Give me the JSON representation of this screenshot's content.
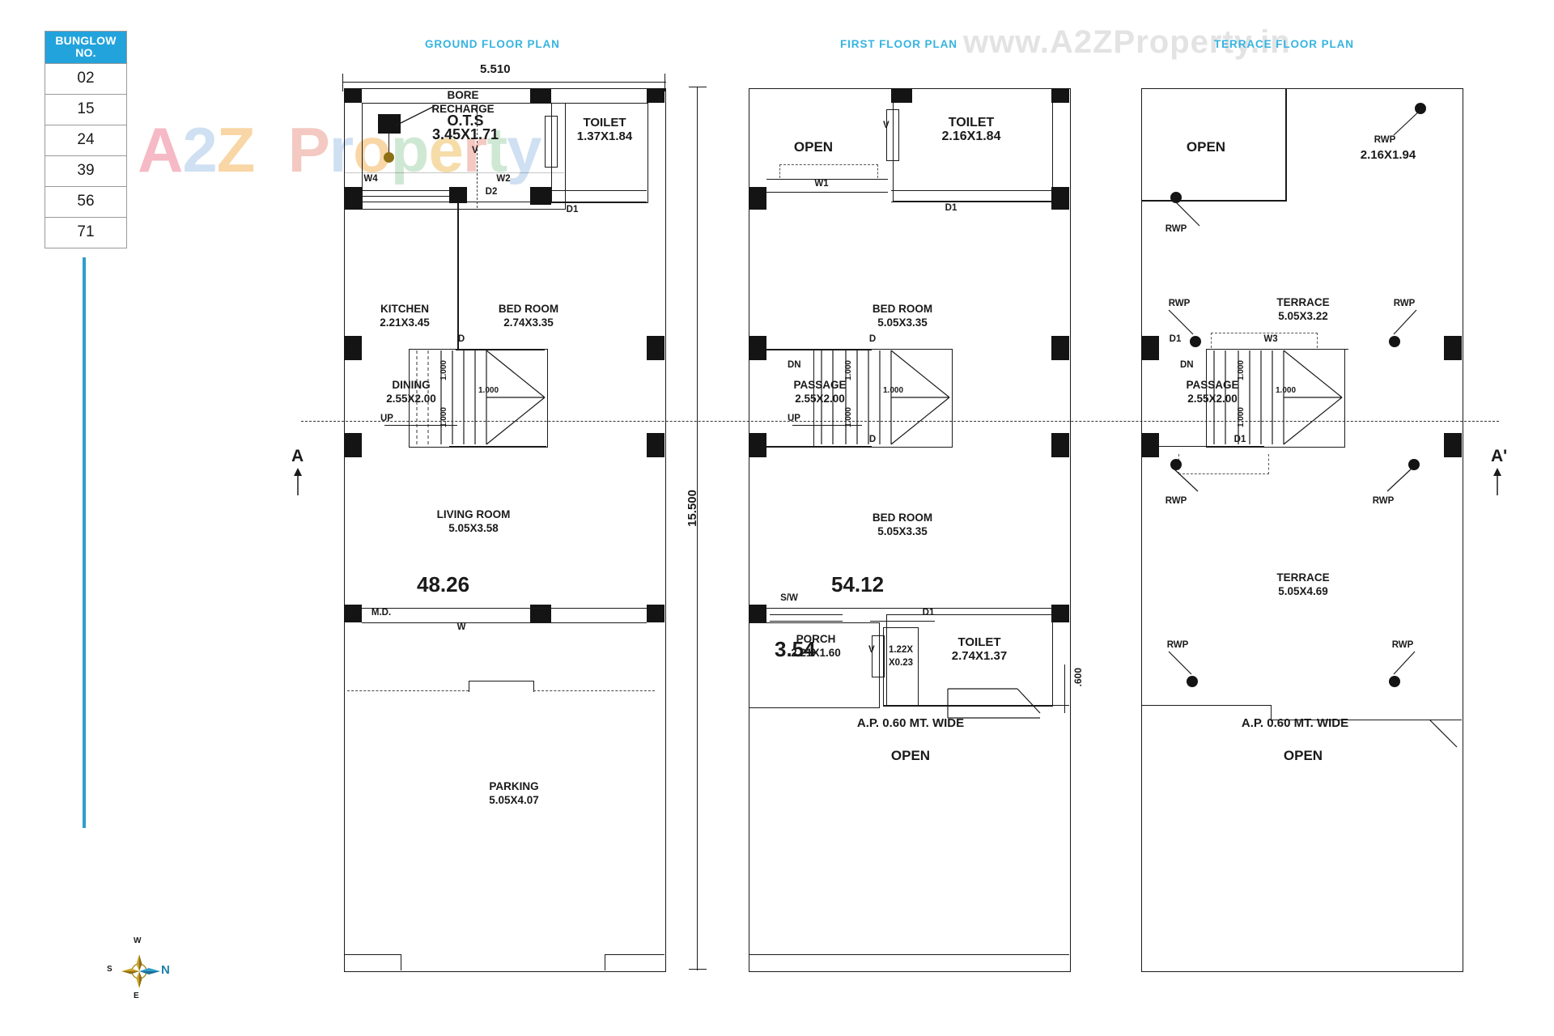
{
  "watermarks": {
    "brand_a2z": "A2Z",
    "brand_property": "Property",
    "url": "www.A2ZProperty.in"
  },
  "bungalow_table": {
    "header_line1": "BUNGLOW",
    "header_line2": "NO.",
    "numbers": [
      "02",
      "15",
      "24",
      "39",
      "56",
      "71"
    ],
    "header_color": "#22a3dc"
  },
  "compass": {
    "north": "N",
    "south": "S",
    "east": "E",
    "west": "W"
  },
  "section_marks": {
    "left": "A",
    "right": "A'"
  },
  "plans": [
    {
      "title": "GROUND FLOOR PLAN",
      "overall_width": "5.510",
      "overall_height": "15.500",
      "area": "48.26",
      "rooms": [
        {
          "name": "O.T.S",
          "size": "3.45X1.71"
        },
        {
          "name": "TOILET",
          "size": "1.37X1.84"
        },
        {
          "name": "KITCHEN",
          "size": "2.21X3.45"
        },
        {
          "name": "BED ROOM",
          "size": "2.74X3.35"
        },
        {
          "name": "DINING",
          "size": "2.55X2.00"
        },
        {
          "name": "LIVING ROOM",
          "size": "5.05X3.58"
        },
        {
          "name": "PARKING",
          "size": "5.05X4.07"
        }
      ],
      "annotations": [
        "BORE RECHARGE",
        "W4",
        "D2",
        "W2",
        "D1",
        "V",
        "D",
        "UP",
        "1.000",
        "1.000",
        "1.000",
        "1.000",
        "M.D.",
        "W"
      ]
    },
    {
      "title": "FIRST FLOOR PLAN",
      "area": "54.12",
      "rooms": [
        {
          "name": "OPEN",
          "size": ""
        },
        {
          "name": "TOILET",
          "size": "2.16X1.84"
        },
        {
          "name": "BED ROOM",
          "size": "5.05X3.35"
        },
        {
          "name": "PASSAGE",
          "size": "2.55X2.00"
        },
        {
          "name": "BED ROOM",
          "size": "5.05X3.35"
        },
        {
          "name": "PORCH",
          "size": "2.21X1.60"
        },
        {
          "name": "TOILET",
          "size": "2.74X1.37"
        },
        {
          "name": "",
          "size": "1.22X X0.23"
        },
        {
          "name": "OPEN",
          "size": ""
        }
      ],
      "porch_area": "3.54",
      "annotations": [
        "W1",
        "D1",
        "V",
        "D",
        "DN",
        "UP",
        "1.000",
        "1.000",
        "1.000",
        "1.000",
        "S/W",
        "D1",
        ".600",
        "A.P. 0.60 MT. WIDE"
      ]
    },
    {
      "title": "TERRACE FLOOR PLAN",
      "rooms": [
        {
          "name": "OPEN",
          "size": ""
        },
        {
          "name": "",
          "size": "2.16X1.94"
        },
        {
          "name": "TERRACE",
          "size": "5.05X3.22"
        },
        {
          "name": "PASSAGE",
          "size": "2.55X2.00"
        },
        {
          "name": "TERRACE",
          "size": "5.05X4.69"
        },
        {
          "name": "OPEN",
          "size": ""
        }
      ],
      "annotations": [
        "RWP",
        "RWP",
        "RWP",
        "RWP",
        "RWP",
        "RWP",
        "RWP",
        "RWP",
        "D1",
        "W3",
        "D1",
        "DN",
        "1.000",
        "1.000",
        "1.000",
        "A.P. 0.60 MT. WIDE"
      ]
    }
  ],
  "texts": {
    "bore_recharge_l1": "BORE",
    "bore_recharge_l2": "RECHARGE",
    "ots_name": "O.T.S",
    "ots_size": "3.45X1.71",
    "g_toilet_name": "TOILET",
    "g_toilet_size": "1.37X1.84",
    "kitchen_name": "KITCHEN",
    "kitchen_size": "2.21X3.45",
    "g_bed_name": "BED ROOM",
    "g_bed_size": "2.74X3.35",
    "dining_name": "DINING",
    "dining_size": "2.55X2.00",
    "living_name": "LIVING ROOM",
    "living_size": "5.05X3.58",
    "g_area": "48.26",
    "parking_name": "PARKING",
    "parking_size": "5.05X4.07",
    "dim_width": "5.510",
    "dim_height": "15.500",
    "md": "M.D.",
    "w_label": "W",
    "w4": "W4",
    "w2": "W2",
    "d2": "D2",
    "d1": "D1",
    "v": "V",
    "d": "D",
    "up": "UP",
    "dn": "DN",
    "tread": "1.000",
    "f_open1": "OPEN",
    "f_toilet_name": "TOILET",
    "f_toilet_size": "2.16X1.84",
    "f_bed1_name": "BED ROOM",
    "f_bed1_size": "5.05X3.35",
    "f_passage_name": "PASSAGE",
    "f_passage_size": "2.55X2.00",
    "f_bed2_name": "BED ROOM",
    "f_bed2_size": "5.05X3.35",
    "f_area": "54.12",
    "porch_name": "PORCH",
    "porch_size": "2.21X1.60",
    "porch_area": "3.54",
    "f_toilet2_name": "TOILET",
    "f_toilet2_size": "2.74X1.37",
    "small_box_l1": "1.22X",
    "small_box_l2": "X0.23",
    "sw": "S/W",
    "w1": "W1",
    "dim600": ".600",
    "ap_wide": "A.P. 0.60 MT. WIDE",
    "f_open2": "OPEN",
    "t_open1": "OPEN",
    "t_size_top": "2.16X1.94",
    "terrace1_name": "TERRACE",
    "terrace1_size": "5.05X3.22",
    "t_passage_name": "PASSAGE",
    "t_passage_size": "2.55X2.00",
    "terrace2_name": "TERRACE",
    "terrace2_size": "5.05X4.69",
    "t_open2": "OPEN",
    "rwp": "RWP",
    "w3": "W3"
  }
}
